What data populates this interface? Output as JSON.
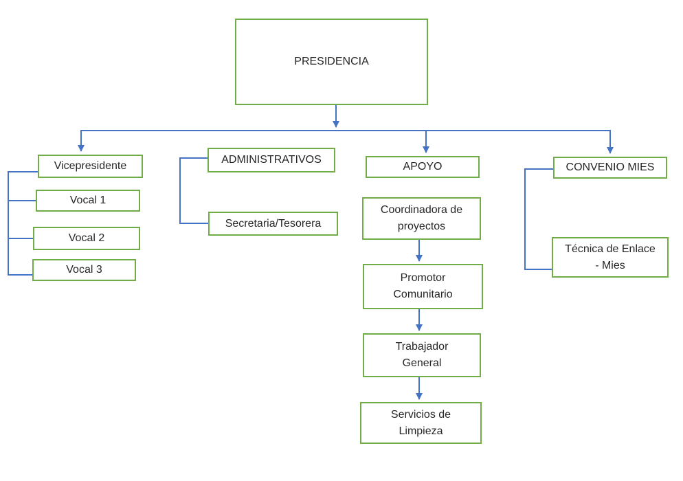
{
  "diagram": {
    "type": "org-chart",
    "colors": {
      "box_border": "#70AD47",
      "connector": "#4472C4",
      "text_color": "#262626",
      "background": "#ffffff"
    },
    "nodes": {
      "presidencia": "PRESIDENCIA",
      "vicepresidente": "Vicepresidente",
      "vocal_1": "Vocal 1",
      "vocal_2": "Vocal 2",
      "vocal_3": "Vocal 3",
      "administrativos": "ADMINISTRATIVOS",
      "secretaria_tesorera": "Secretaria/Tesorera",
      "apoyo": "APOYO",
      "coordinadora_proyectos": "Coordinadora de\nproyectos",
      "promotor_comunitario": "Promotor\nComunitario",
      "trabajador_general": "Trabajador\nGeneral",
      "servicios_limpieza": "Servicios de\nLimpieza",
      "convenio_mies": "CONVENIO MIES",
      "tecnica_enlace_mies": "Técnica de Enlace\n- Mies"
    },
    "edges": [
      {
        "from": "presidencia",
        "to": "vicepresidente",
        "style": "arrow"
      },
      {
        "from": "presidencia",
        "to": "apoyo",
        "style": "arrow"
      },
      {
        "from": "presidencia",
        "to": "convenio_mies",
        "style": "arrow"
      },
      {
        "from": "vicepresidente",
        "to": "vocal_1",
        "style": "bracket"
      },
      {
        "from": "vicepresidente",
        "to": "vocal_2",
        "style": "bracket"
      },
      {
        "from": "vicepresidente",
        "to": "vocal_3",
        "style": "bracket"
      },
      {
        "from": "administrativos",
        "to": "secretaria_tesorera",
        "style": "bracket"
      },
      {
        "from": "coordinadora_proyectos",
        "to": "promotor_comunitario",
        "style": "arrow"
      },
      {
        "from": "promotor_comunitario",
        "to": "trabajador_general",
        "style": "arrow"
      },
      {
        "from": "trabajador_general",
        "to": "servicios_limpieza",
        "style": "arrow"
      },
      {
        "from": "convenio_mies",
        "to": "tecnica_enlace_mies",
        "style": "bracket"
      }
    ]
  }
}
